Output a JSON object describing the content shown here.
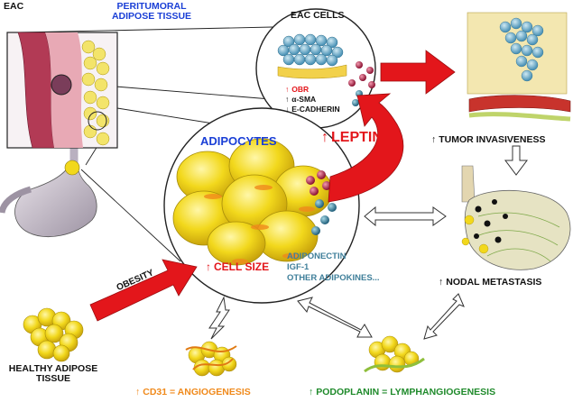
{
  "labels": {
    "eac": "EAC",
    "peritumoral": [
      "PERITUMORAL",
      "ADIPOSE TISSUE"
    ],
    "eac_cells": "EAC CELLS",
    "obr": "OBR",
    "asma": "α-SMA",
    "ecadherin": "E-CADHERIN",
    "adipocytes": "ADIPOCYTES",
    "leptin": "LEPTIN",
    "tumor_invasiveness": "TUMOR INVASIVENESS",
    "cell_size": "CELL SIZE",
    "adiponectin": "ADIPONECTIN",
    "igf1": "IGF-1",
    "other_adipokines": "OTHER ADIPOKINES...",
    "nodal_metastasis": "NODAL METASTASIS",
    "obesity": "OBESITY",
    "healthy_adipose": [
      "HEALTHY ADIPOSE",
      "TISSUE"
    ],
    "cd31": "CD31 = ANGIOGENESIS",
    "podoplanin": "PODOPLANIN = LYMPHANGIOGENESIS"
  },
  "colors": {
    "red_arrow": "#e3161b",
    "blue_text": "#1a3fd6",
    "teal_text": "#3f7f9a",
    "green_text": "#1f8a2b",
    "orange_text": "#f08a1c",
    "adipocyte_yellow": "#f2d81c"
  }
}
